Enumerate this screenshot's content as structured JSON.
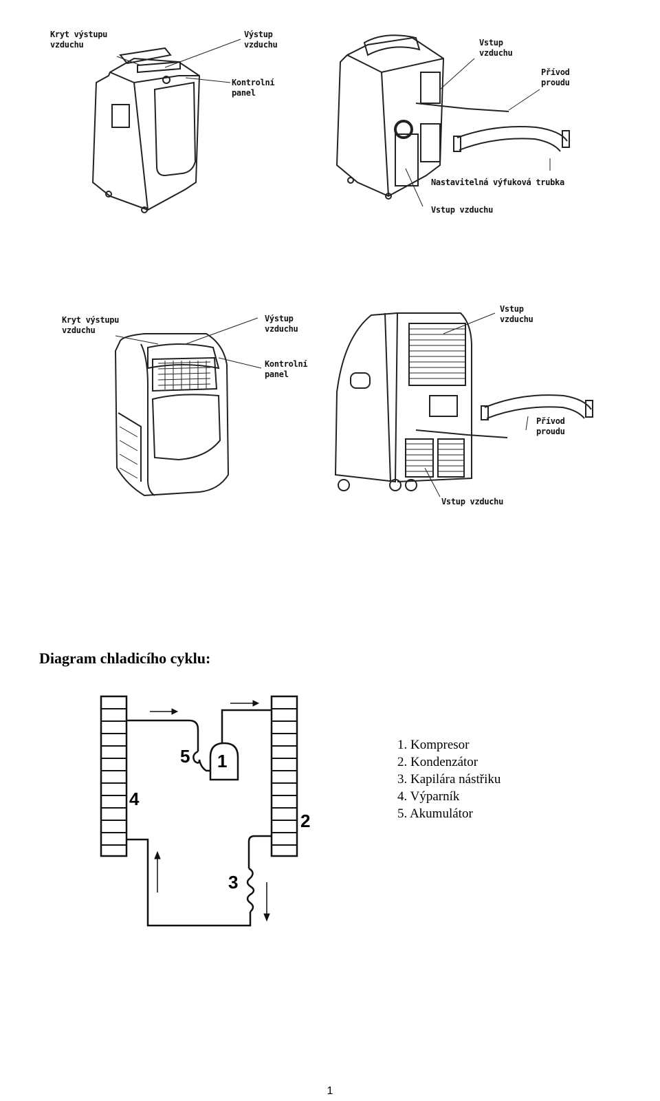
{
  "figures": {
    "top_front": {
      "label_cover": "Kryt výstupu\nvzduchu",
      "label_outlet": "Výstup\nvzduchu",
      "label_panel": "Kontrolní\npanel"
    },
    "top_back": {
      "label_inlet_top": "Vstup\nvzduchu",
      "label_power": "Přívod\nproudu",
      "label_hose": "Nastavitelná výfuková trubka",
      "label_inlet_bottom": "Vstup vzduchu"
    },
    "bottom_front": {
      "label_cover": "Kryt výstupu\nvzduchu",
      "label_outlet": "Výstup\nvzduchu",
      "label_panel": "Kontrolní\npanel"
    },
    "bottom_back": {
      "label_inlet_top": "Vstup\nvzduchu",
      "label_power": "Přívod\nproudu",
      "label_inlet_bottom": "Vstup vzduchu"
    }
  },
  "cycle": {
    "heading": "Diagram chladicího cyklu:",
    "numbers": [
      "1",
      "2",
      "3",
      "4",
      "5"
    ],
    "legend": [
      "1. Kompresor",
      "2. Kondenzátor",
      "3. Kapilára nástřiku",
      "4. Výparník",
      "5. Akumulátor"
    ]
  },
  "page_number": "1"
}
